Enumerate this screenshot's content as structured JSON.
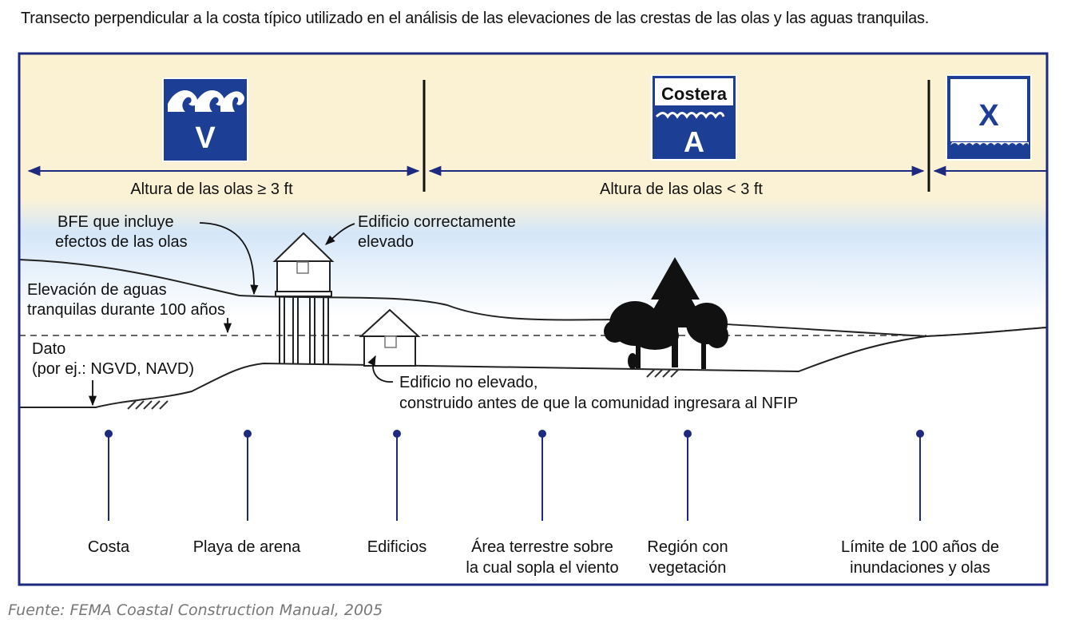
{
  "title": "Transecto perpendicular a la costa típico utilizado en el análisis de las elevaciones de las crestas de las olas y las aguas tranquilas.",
  "source": "Fuente: FEMA Coastal Construction Manual, 2005",
  "colors": {
    "frame": "#1d2a80",
    "badge": "#1d3e95",
    "sky_top": "#fbf1cf",
    "sky_blue": "#cfe3f7",
    "ground": "#ffffff"
  },
  "zones": [
    {
      "id": "V",
      "letter": "V",
      "icon": "waves-icon"
    },
    {
      "id": "A",
      "label": "Costera",
      "letter": "A",
      "icon": "waves-icon"
    },
    {
      "id": "X",
      "letter": "X",
      "icon": "water-line-icon"
    }
  ],
  "wave_heights": {
    "left": "Altura de las olas ≥ 3 ft",
    "right": "Altura de las olas < 3 ft"
  },
  "callouts": {
    "bfe_line1": "BFE que incluye",
    "bfe_line2": "efectos de las olas",
    "elevated_line1": "Edificio correctamente",
    "elevated_line2": "elevado",
    "stillwater_line1": "Elevación de aguas",
    "stillwater_line2": "tranquilas durante 100 años",
    "datum_line1": "Dato",
    "datum_line2": "(por ej.: NGVD, NAVD)",
    "nonelevated_line1": "Edificio no elevado,",
    "nonelevated_line2": "construido antes de que la comunidad ingresara al NFIP"
  },
  "markers": [
    {
      "line1": "Costa",
      "line2": ""
    },
    {
      "line1": "Playa de arena",
      "line2": ""
    },
    {
      "line1": "Edificios",
      "line2": ""
    },
    {
      "line1": "Área terrestre sobre",
      "line2": "la cual sopla el viento"
    },
    {
      "line1": "Región con",
      "line2": "vegetación"
    },
    {
      "line1": "Límite de 100 años de",
      "line2": "inundaciones y olas"
    }
  ]
}
